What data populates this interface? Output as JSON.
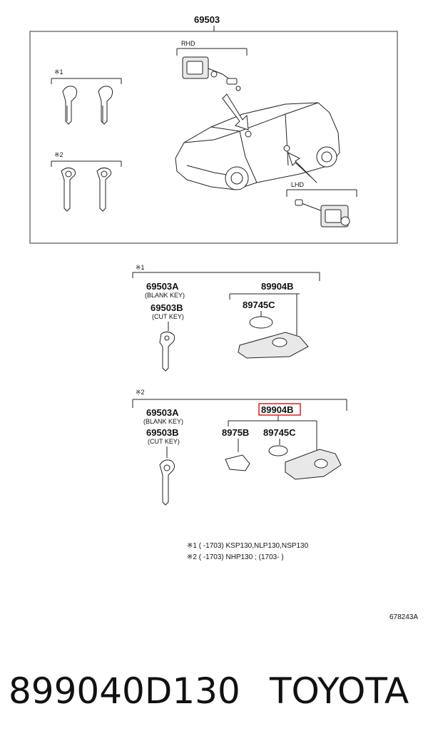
{
  "top": {
    "main_part": "69503",
    "rhd": "RHD",
    "lhd": "LHD",
    "note1": "※1",
    "note2": "※2"
  },
  "group1": {
    "mark": "※1",
    "blank_no": "69503A",
    "blank_label": "(BLANK KEY)",
    "cut_no": "69503B",
    "cut_label": "(CUT KEY)",
    "transmitter": "89904B",
    "battery": "89745C"
  },
  "group2": {
    "mark": "※2",
    "blank_no": "69503A",
    "blank_label": "(BLANK KEY)",
    "cut_no": "69503B",
    "cut_label": "(CUT KEY)",
    "transmitter": "89904B",
    "cover": "8975B",
    "battery": "89745C"
  },
  "legend": {
    "line1": "※1 (      -1703) KSP130,NLP130,NSP130",
    "line2": "※2 (      -1703) NHP130 ; (1703-        )"
  },
  "diagram_id": "678243A",
  "footer": {
    "part_number": "899040D130",
    "brand": "TOYOTA"
  },
  "highlight_color": "#e0201c"
}
